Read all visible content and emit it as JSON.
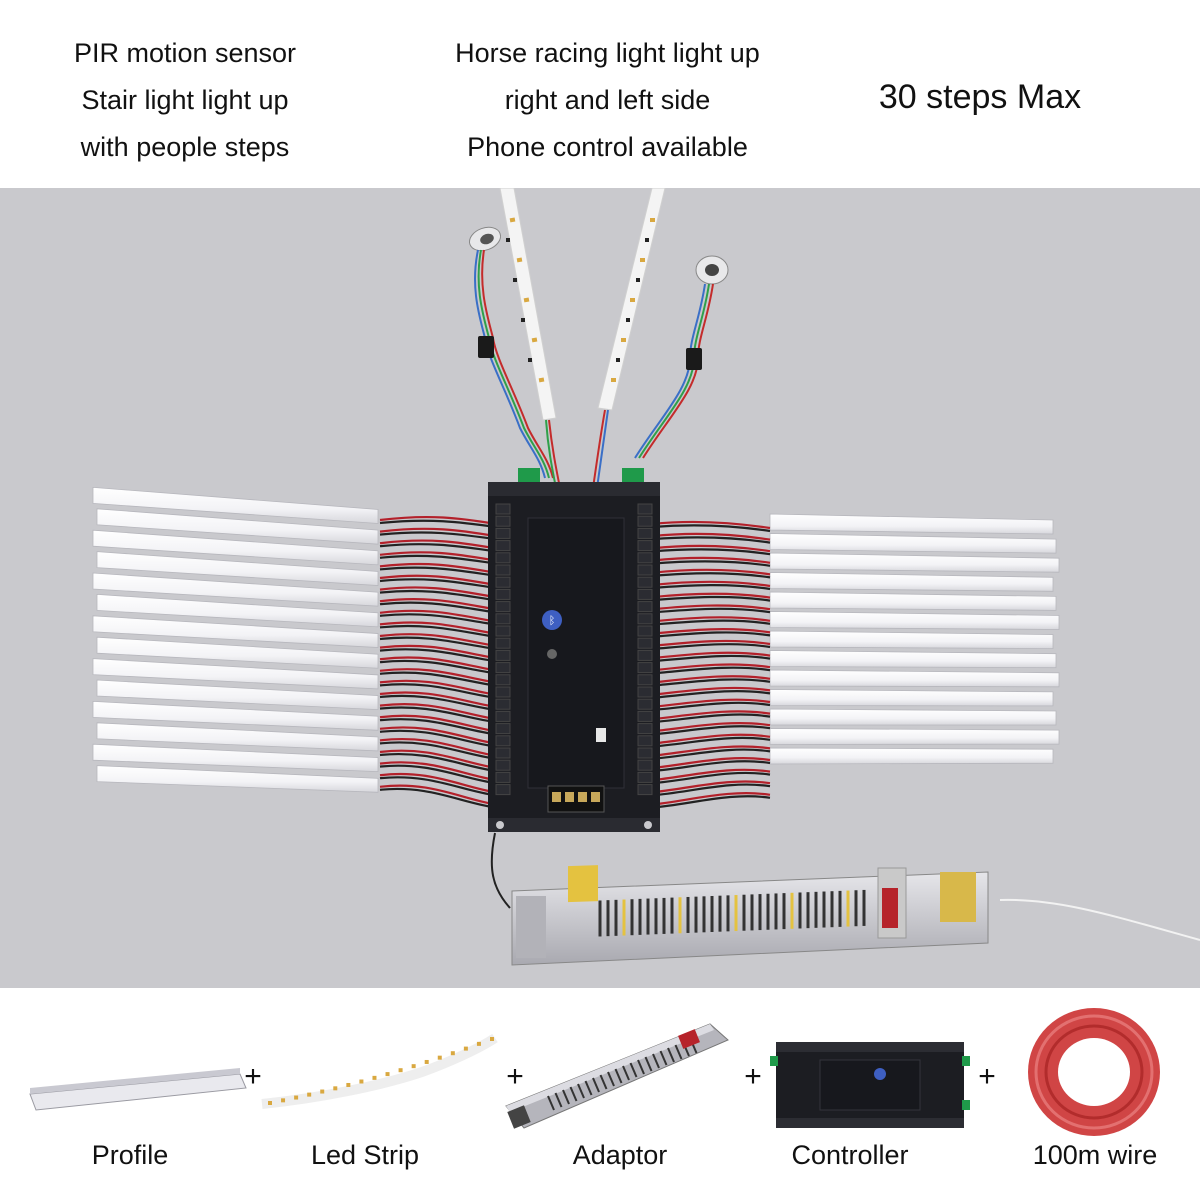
{
  "header": {
    "col1": [
      "PIR motion sensor",
      "Stair light light up",
      "with people steps"
    ],
    "col2": [
      "Horse racing light light up",
      "right and left side",
      "Phone control available"
    ],
    "highlight": "30 steps Max"
  },
  "products": {
    "items": [
      {
        "label": "Profile",
        "icon": "aluminum-profile-icon"
      },
      {
        "label": "Led Strip",
        "icon": "led-strip-icon"
      },
      {
        "label": "Adaptor",
        "icon": "power-adaptor-icon"
      },
      {
        "label": "Controller",
        "icon": "controller-icon"
      },
      {
        "label": "100m wire",
        "icon": "wire-coil-icon"
      }
    ],
    "separator": "+"
  },
  "colors": {
    "photo_background": "#c9c9cd",
    "led_profile": "#f7f7f9",
    "controller_body": "#1c1d22",
    "wire_red": "#b3202a",
    "terminal_green": "#1f9a4a"
  }
}
